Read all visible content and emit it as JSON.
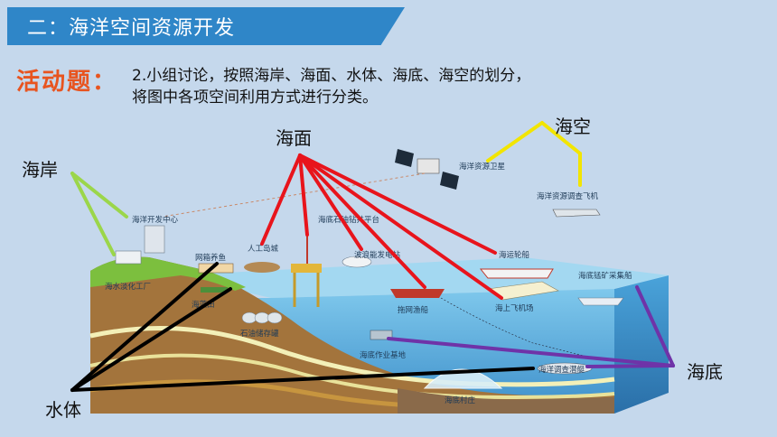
{
  "header": {
    "title": "二：海洋空间资源开发"
  },
  "activity": {
    "label": "活动题：",
    "line1": "2.小组讨论，按照海岸、海面、水体、海底、海空的划分，",
    "line2": "将图中各项空间利用方式进行分类。"
  },
  "categories": {
    "coast": "海岸",
    "surface": "海面",
    "air": "海空",
    "water": "水体",
    "seabed": "海底"
  },
  "diagram_labels": {
    "satellite": "海洋资源卫星",
    "survey_plane": "海洋资源调查飞机",
    "dev_center": "海洋开发中心",
    "desalination": "海水淡化工厂",
    "cage_farm": "网箱养鱼",
    "artificial_island": "人工岛城",
    "oil_platform": "海底石油钻井平台",
    "wave_station": "波浪能发电站",
    "cargo_ship": "海运轮船",
    "seaweed_farm": "海藻田",
    "oil_storage": "石油储存罐",
    "trawler": "拖网渔船",
    "sea_airport": "海上飞机场",
    "mining_ship": "海底锰矿采集船",
    "seabed_base": "海底作业基地",
    "submarine": "海洋调查潜艇",
    "seabed_village": "海底村庄"
  },
  "colors": {
    "banner": "#2f86c8",
    "activity_label": "#e8541f",
    "surface_lines": "#e8141c",
    "air_line": "#f2e500",
    "coast_lines": "#9bd64a",
    "water_lines": "#000000",
    "seabed_lines": "#6f33a8"
  }
}
